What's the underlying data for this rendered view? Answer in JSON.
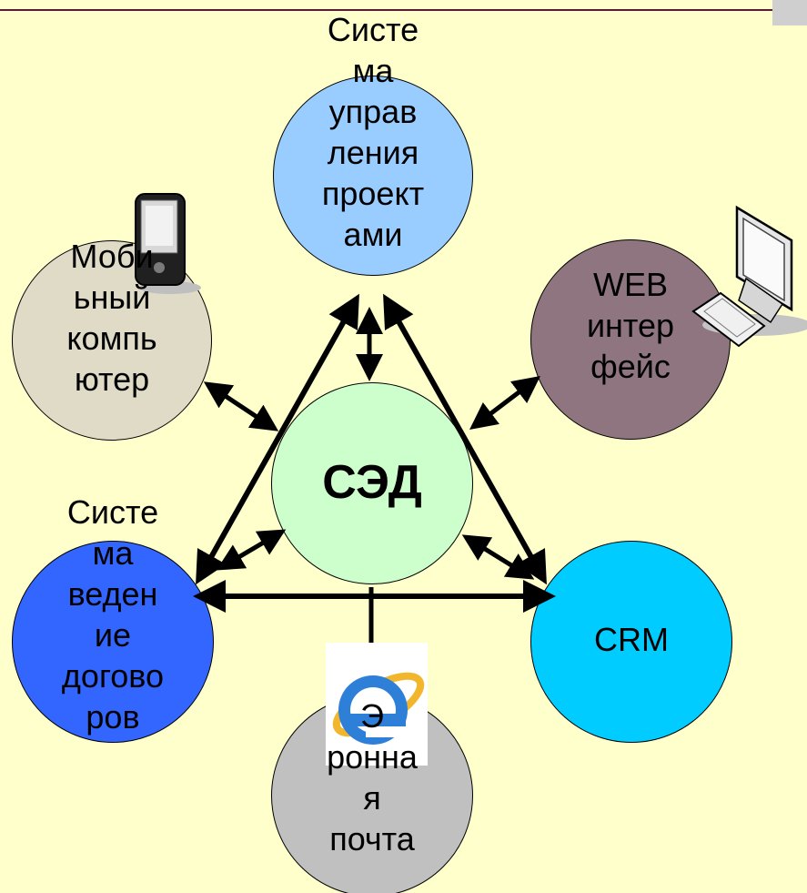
{
  "nodes": {
    "center": {
      "label": [
        "СЭД"
      ],
      "color": "#CCFFCC"
    },
    "project": {
      "label": [
        "Систе",
        "ма",
        "управ",
        "ления",
        "проект",
        "ами"
      ],
      "color": "#99CCFF"
    },
    "web": {
      "label": [
        "WEB",
        "интер",
        "фейс"
      ],
      "color": "#8E7580"
    },
    "mobile": {
      "label": [
        "Моби",
        "ьный",
        "компь",
        "ютер"
      ],
      "color": "#E0DBC7"
    },
    "contracts": {
      "label": [
        "Систе",
        "ма",
        "веден",
        "ие",
        "догово",
        "ров"
      ],
      "color": "#3366FF"
    },
    "crm": {
      "label": [
        "CRM"
      ],
      "color": "#00CCFF"
    },
    "email": {
      "label": [
        "Э",
        "ронна",
        "я",
        "почта"
      ],
      "color": "#C0C0C0"
    }
  },
  "icons": [
    "pda-icon",
    "computer-icon",
    "internet-explorer-icon"
  ]
}
